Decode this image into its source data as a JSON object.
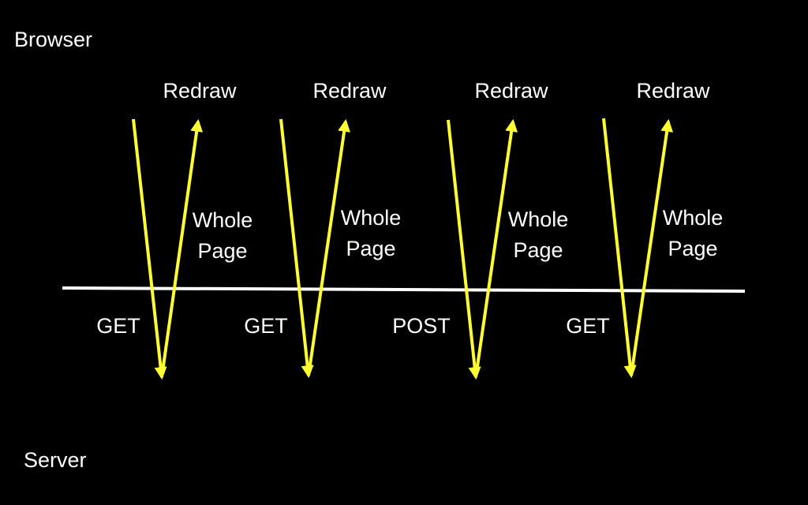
{
  "browser_label": "Browser",
  "server_label": "Server",
  "colors": {
    "background": "#000000",
    "arrow": "#ffff33",
    "divider": "#ffffff",
    "text": "#ffffff"
  },
  "cycles": [
    {
      "redraw": "Redraw",
      "response": "Whole Page",
      "request": "GET"
    },
    {
      "redraw": "Redraw",
      "response": "Whole Page",
      "request": "GET"
    },
    {
      "redraw": "Redraw",
      "response": "Whole Page",
      "request": "POST"
    },
    {
      "redraw": "Redraw",
      "response": "Whole Page",
      "request": "GET"
    }
  ]
}
